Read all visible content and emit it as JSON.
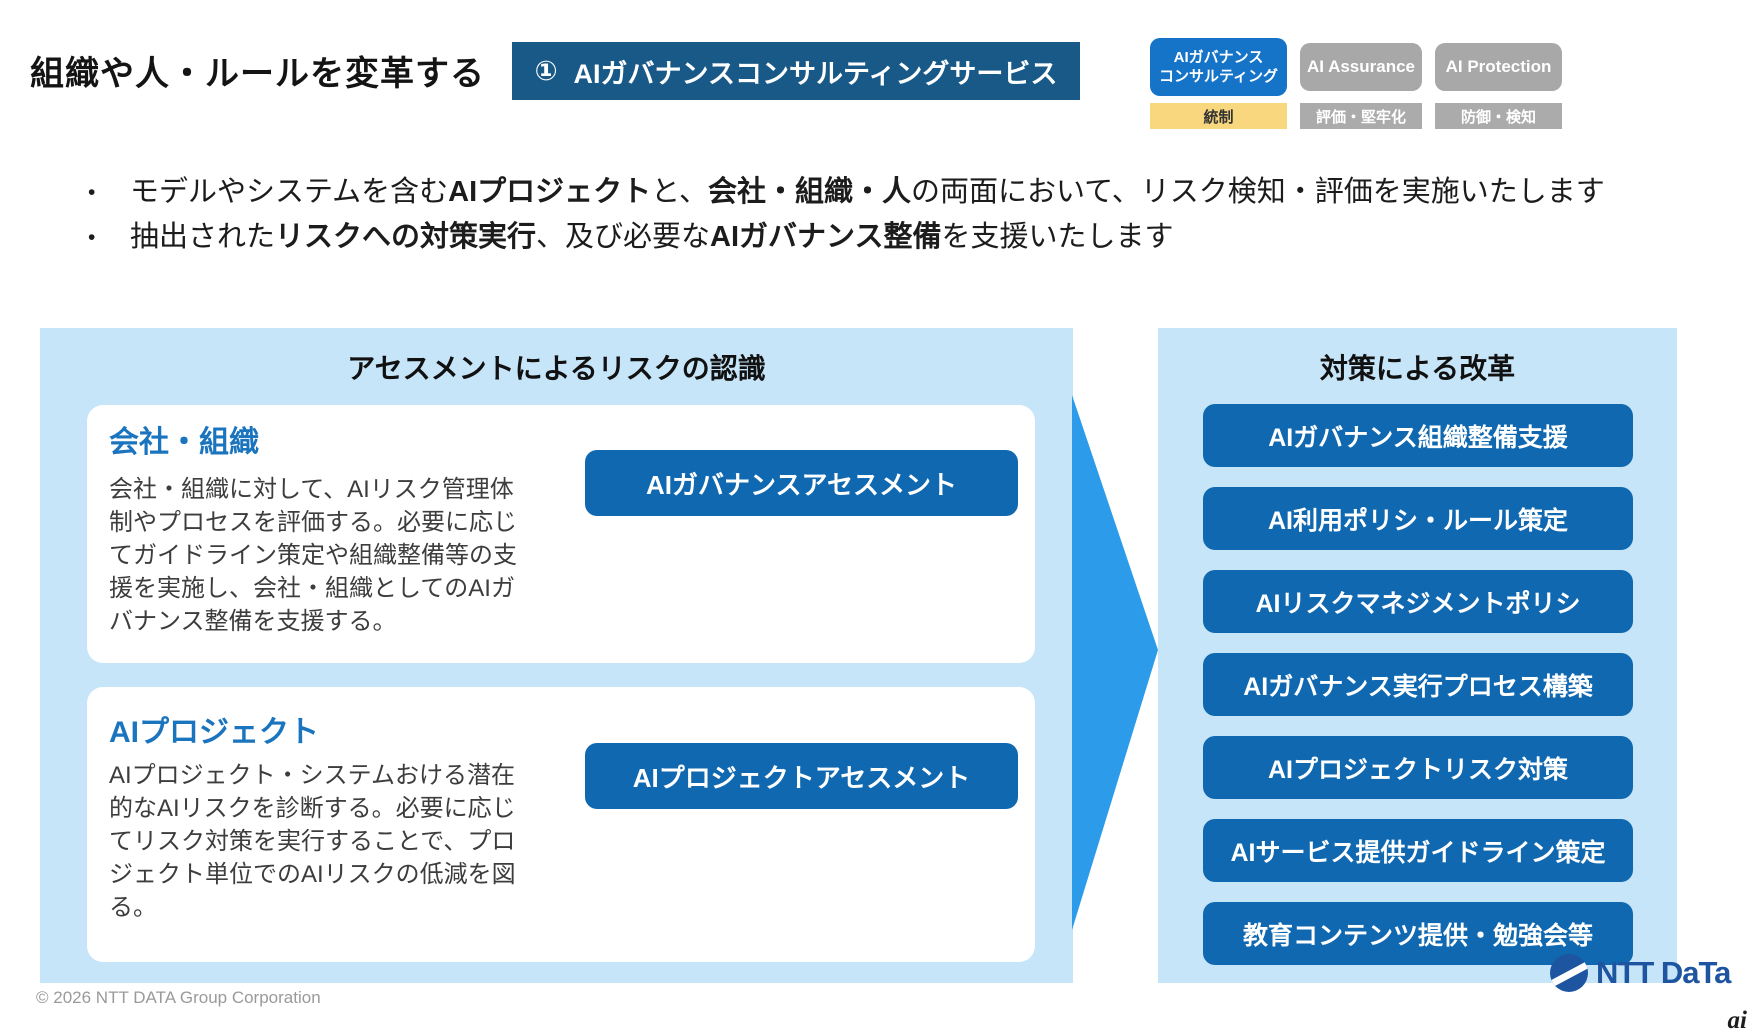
{
  "header": {
    "page_title": "組織や人・ルールを変革する",
    "badge": {
      "number": "①",
      "label": "AIガバナンスコンサルティングサービス"
    },
    "tabs": [
      {
        "line1": "AIガバナンス",
        "line2": "コンサルティング",
        "sublabel": "統制"
      },
      {
        "line1": "AI Assurance",
        "line2": "",
        "sublabel": "評価・堅牢化"
      },
      {
        "line1": "AI Protection",
        "line2": "",
        "sublabel": "防御・検知"
      }
    ]
  },
  "bullets": {
    "marker": "•",
    "b1": {
      "p0": "モデルやシステムを含む",
      "p1": "AIプロジェクト",
      "p2": "と、",
      "p3": "会社・組織・人",
      "p4": "の両面において、リスク検知・評価を実施いたします"
    },
    "b2": {
      "p0": "抽出された",
      "p1": "リスクへの対策実行",
      "p2": "、及び必要な",
      "p3": "AIガバナンス整備",
      "p4": "を支援いたします"
    }
  },
  "assessment_panel": {
    "title": "アセスメントによるリスクの認識",
    "cards": [
      {
        "heading": "会社・組織",
        "body": "会社・組織に対して、AIリスク管理体制やプロセスを評価する。必要に応じてガイドライン策定や組織整備等の支援を実施し、会社・組織としてのAIガバナンス整備を支援する。",
        "button": "AIガバナンスアセスメント"
      },
      {
        "heading": "AIプロジェクト",
        "body": "AIプロジェクト・システムおける潜在的なAIリスクを診断する。必要に応じてリスク対策を実行することで、プロジェクト単位でのAIリスクの低減を図る。",
        "button": "AIプロジェクトアセスメント"
      }
    ]
  },
  "reform_panel": {
    "title": "対策による改革",
    "items": [
      "AIガバナンス組織整備支援",
      "AI利用ポリシ・ルール策定",
      "AIリスクマネジメントポリシ",
      "AIガバナンス実行プロセス構築",
      "AIプロジェクトリスク対策",
      "AIサービス提供ガイドライン策定",
      "教育コンテンツ提供・勉強会等"
    ]
  },
  "footer": {
    "copyright": "© 2026 NTT DATA Group Corporation",
    "logo_text": "NTT DaTa",
    "watermark": "ai"
  },
  "colors": {
    "navy_badge": "#185988",
    "tab_blue": "#1573C8",
    "tab_gray": "#A8A8A8",
    "label_yellow": "#F9D77E",
    "panel_light_blue": "#C7E5F8",
    "button_blue": "#1068B0",
    "arrow_blue": "#2C9CEA",
    "heading_blue": "#1B74BE",
    "logo_blue": "#1E55A0"
  }
}
